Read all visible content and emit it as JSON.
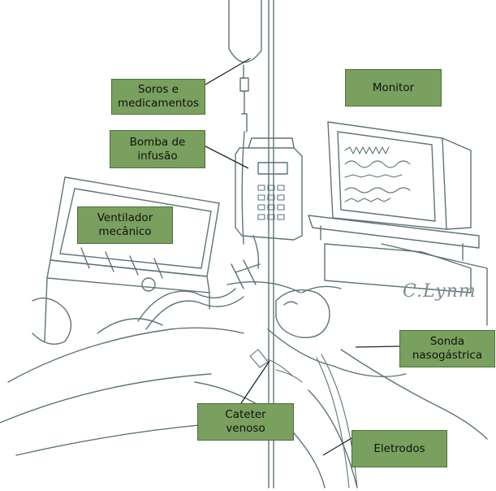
{
  "labels": {
    "soros": [
      "Soros e",
      "medicamentos"
    ],
    "monitor": [
      "Monitor"
    ],
    "bomba": [
      "Bomba de",
      "infusão"
    ],
    "ventilador": [
      "Ventilador",
      "mecânico"
    ],
    "sonda": [
      "Sonda",
      "nasogástrica"
    ],
    "cateter": [
      "Cateter",
      "venoso"
    ],
    "eletrodos": [
      "Eletrodos"
    ]
  },
  "signature": "C.Lynm",
  "colors": {
    "label_fill": "#79a05e",
    "label_border": "#4d7038",
    "sketch": "#5d7478"
  }
}
